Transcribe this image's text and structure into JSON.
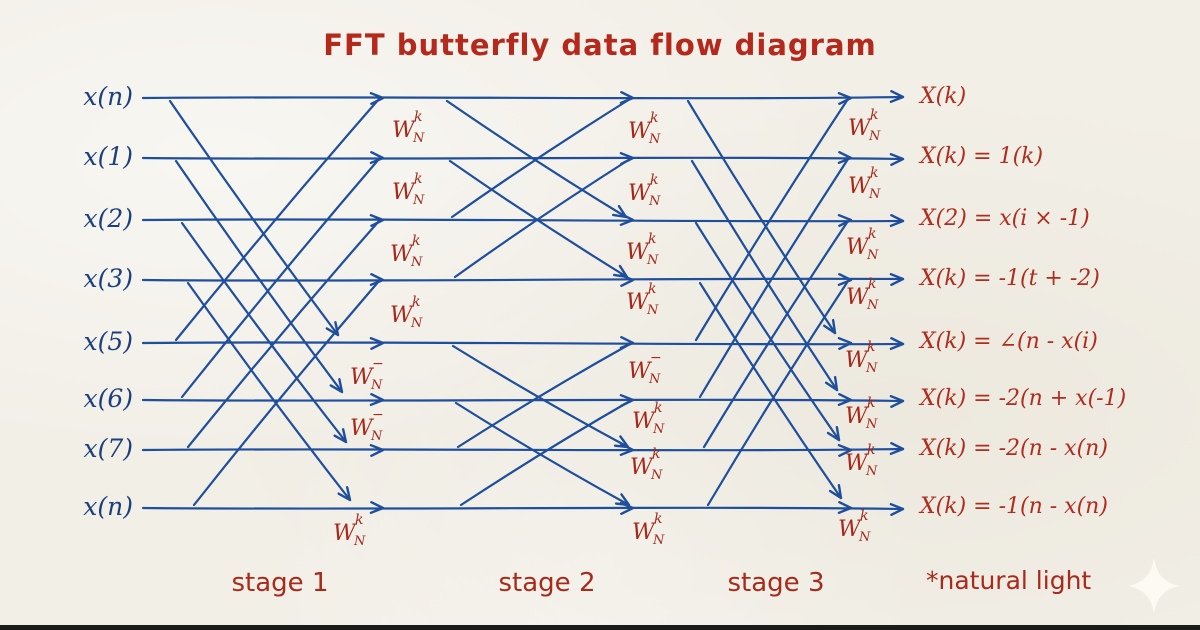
{
  "title": "FFT butterfly data flow diagram",
  "inputs": [
    "x(n)",
    "x(1)",
    "x(2)",
    "x(3)",
    "x(5)",
    "x(6)",
    "x(7)",
    "x(n)"
  ],
  "outputs": [
    "X(k)",
    "X(k) = 1(k)",
    "X(2) = x(i × -1)",
    "X(k) = -1(t + -2)",
    "X(k) = ∠(n - x(i)",
    "X(k) = -2(n + x(-1)",
    "X(k) = -2(n - x(n)",
    "X(k) = -1(n - x(n)"
  ],
  "stages": [
    "stage 1",
    "stage 2",
    "stage 3"
  ],
  "footnote": "*natural light",
  "twiddle": {
    "base": "W",
    "sub": "N",
    "sup_k": "k",
    "sup_minus": "−"
  },
  "twiddle_labels": {
    "stage1": [
      "k",
      "k",
      "k",
      "k",
      "minus",
      "minus",
      "k"
    ],
    "stage2": [
      "k",
      "k",
      "k",
      "k",
      "minus",
      "k",
      "k",
      "k"
    ],
    "stage3": [
      "k",
      "k",
      "k",
      "k",
      "k",
      "k",
      "k",
      "k"
    ]
  },
  "butterflies": {
    "stage1_pairs": [
      [
        1,
        5
      ],
      [
        2,
        6
      ],
      [
        3,
        7
      ],
      [
        4,
        8
      ]
    ],
    "stage2_pairs": [
      [
        1,
        3
      ],
      [
        2,
        4
      ],
      [
        5,
        7
      ],
      [
        6,
        8
      ]
    ],
    "stage3_pairs": [
      [
        1,
        5
      ],
      [
        2,
        6
      ],
      [
        3,
        7
      ],
      [
        4,
        8
      ]
    ]
  },
  "icons": {
    "sparkle": "four-pointed-star"
  },
  "colors": {
    "background": "#f2efe7",
    "line_blue": "#1e4e9c",
    "text_blue": "#1c3f7d",
    "text_red": "#ae2a1a",
    "footer_bar": "#1b1b1b",
    "sparkle": "#fcfbf3"
  }
}
